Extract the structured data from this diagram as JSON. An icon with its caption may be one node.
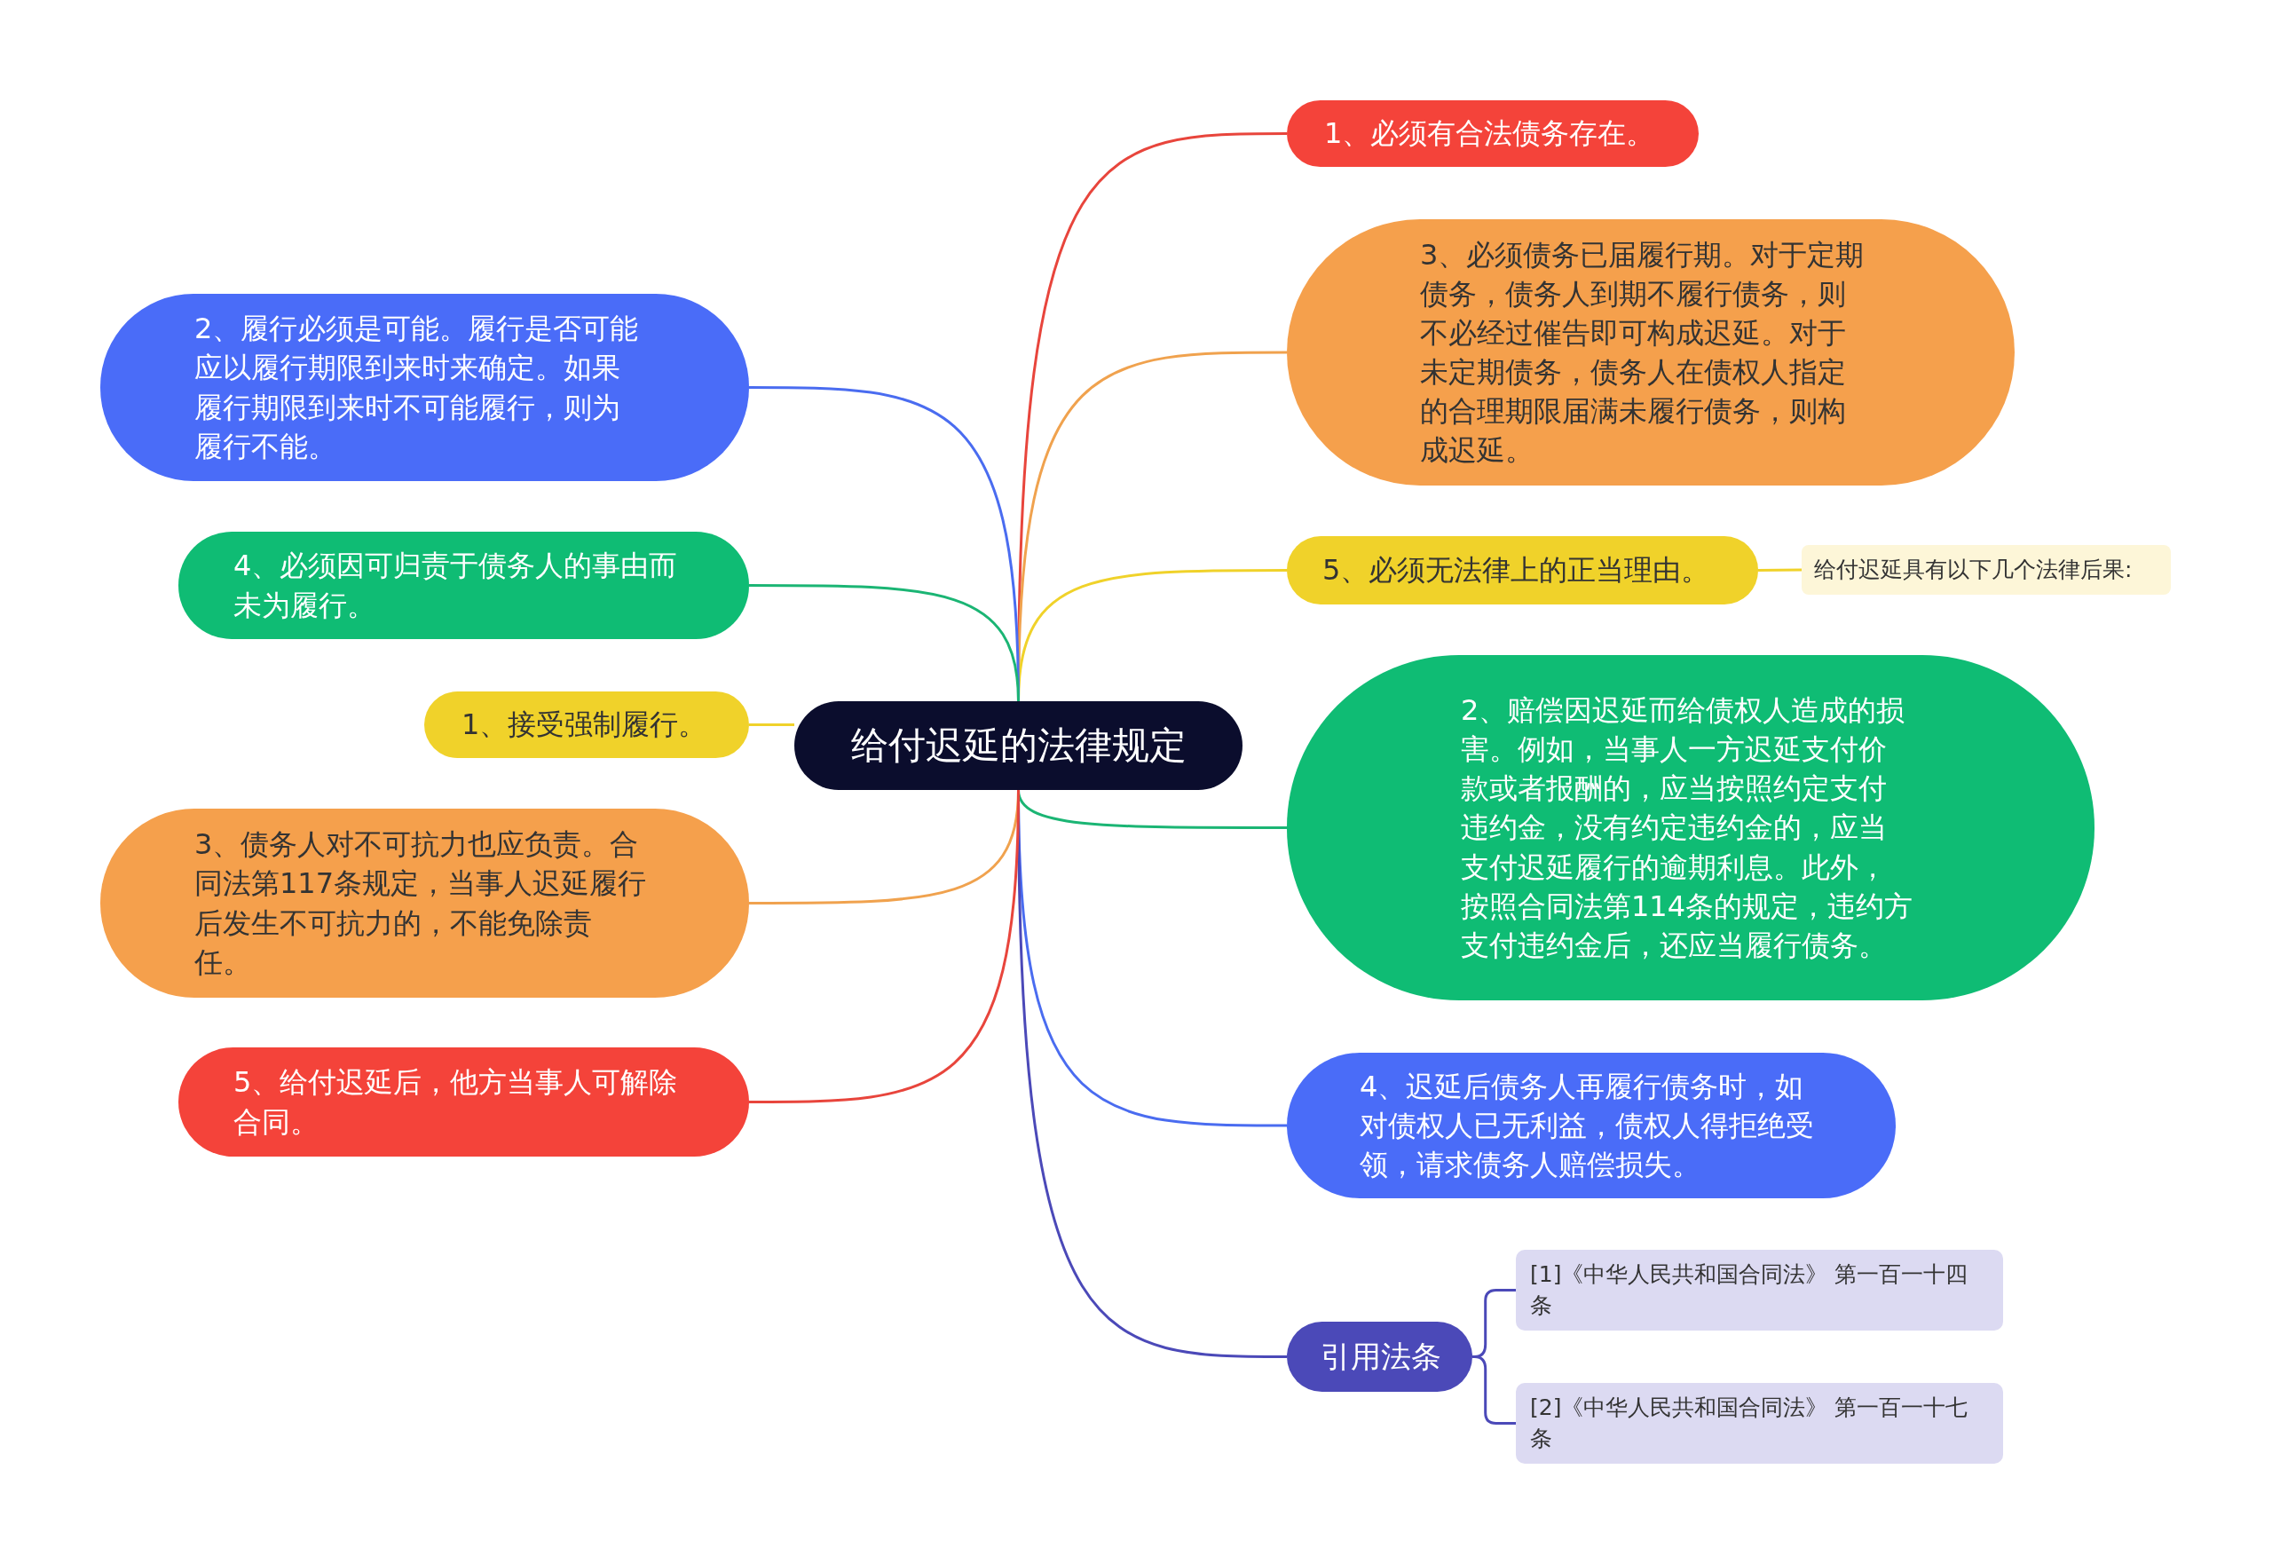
{
  "diagram": {
    "nodes": [
      {
        "text": [
          "给付迟延的法律规定"
        ]
      },
      {
        "text": [
          "1、必须有合法债务存在。"
        ]
      },
      {
        "text": [
          "3、必须债务已届履行期。对于定期债务，债务人到期不履行债务，则不必经过催告即可构成迟延。对于未定期债务，债务人在债权人指定的合理期限届满未履行债务，则构成迟延。"
        ]
      },
      {
        "text": [
          "5、必须无法律上的正当理由。"
        ]
      },
      {
        "text": [
          "给付迟延具有以下几个法律后果:"
        ]
      },
      {
        "text": [
          "2、赔偿因迟延而给债权人造成的损害。例如，当事人一方迟延支付价款或者报酬的，应当按照约定支付违约金，没有约定违约金的，应当支付迟延履行的逾期利息。此外，按照合同法第114条的规定，违约方支付违约金后，还应当履行债务。"
        ]
      },
      {
        "text": [
          "4、迟延后债务人再履行债务时，如对债权人已无利益，债权人得拒绝受领，请求债务人赔偿损失。"
        ]
      },
      {
        "text": [
          "引用法条"
        ]
      },
      {
        "text": [
          "[1]《中华人民共和国合同法》 第一百一十四条"
        ]
      },
      {
        "text": [
          "[2]《中华人民共和国合同法》 第一百一十七条"
        ]
      },
      {
        "text": [
          "2、履行必须是可能。履行是否可能应以履行期限到来时来确定。如果履行期限到来时不可能履行，则为履行不能。"
        ]
      },
      {
        "text": [
          "4、必须因可归责于债务人的事由而未为履行。"
        ]
      },
      {
        "text": [
          "1、接受强制履行。"
        ]
      },
      {
        "text": [
          "3、债务人对不可抗力也应负责。合同法第117条规定，当事人迟延履行后发生不可抗力的，不能免除责任。"
        ]
      },
      {
        "text": [
          "5、给付迟延后，他方当事人可解除合同。"
        ]
      }
    ],
    "edges": [
      {
        "from": 0,
        "to": 1,
        "arrow": "none",
        "color": "#e8453c"
      },
      {
        "from": 0,
        "to": 2,
        "arrow": "none",
        "color": "#f0a24e"
      },
      {
        "from": 0,
        "to": 3,
        "arrow": "none",
        "color": "#f0d22a"
      },
      {
        "from": 3,
        "to": 4,
        "arrow": "none",
        "color": "#f0d22a"
      },
      {
        "from": 0,
        "to": 5,
        "arrow": "none",
        "color": "#1bb574"
      },
      {
        "from": 0,
        "to": 6,
        "arrow": "none",
        "color": "#4a6cf0"
      },
      {
        "from": 0,
        "to": 7,
        "arrow": "none",
        "color": "#4b49b8"
      },
      {
        "from": 7,
        "to": 8,
        "arrow": "none",
        "color": "#4b49b8"
      },
      {
        "from": 7,
        "to": 9,
        "arrow": "none",
        "color": "#4b49b8"
      },
      {
        "from": 0,
        "to": 10,
        "arrow": "none",
        "color": "#4a6cf0"
      },
      {
        "from": 0,
        "to": 11,
        "arrow": "none",
        "color": "#1bb574"
      },
      {
        "from": 0,
        "to": 12,
        "arrow": "none",
        "color": "#f0d22a"
      },
      {
        "from": 0,
        "to": 13,
        "arrow": "none",
        "color": "#f0a24e"
      },
      {
        "from": 0,
        "to": 14,
        "arrow": "none",
        "color": "#e8453c"
      }
    ]
  }
}
